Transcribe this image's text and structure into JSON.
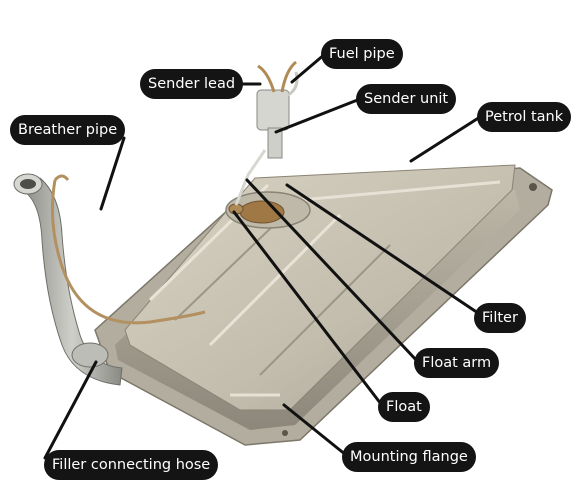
{
  "labels": {
    "fuel_pipe": "Fuel pipe",
    "sender_lead": "Sender lead",
    "sender_unit": "Sender unit",
    "petrol_tank": "Petrol tank",
    "breather_pipe": "Breather pipe",
    "filter": "Filter",
    "float_arm": "Float arm",
    "float": "Float",
    "mounting_flange": "Mounting flange",
    "filler_connecting_hose": "Filler connecting hose"
  },
  "colors": {
    "label_bg": "#141414",
    "label_text": "#ffffff",
    "leader": "#111111",
    "tank": "#c9c3b4",
    "tank_shadow": "#8f897c",
    "hose": "#a9a9a3"
  }
}
